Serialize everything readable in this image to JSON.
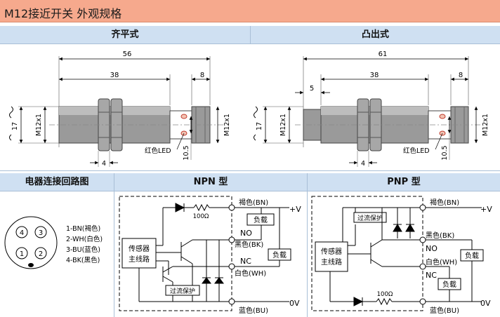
{
  "title": "M12接近开关 外观规格",
  "sections": {
    "flush": "齐平式",
    "nonflush": "凸出式",
    "pinout": "电器连接回路图",
    "npn": "NPN 型",
    "pnp": "PNP 型"
  },
  "flush_dims": {
    "total": "56",
    "body": "38",
    "cap": "8",
    "thread": "M12x1",
    "thread_right": "M12x1",
    "height": "17",
    "nut": "4",
    "led": "红色LED",
    "led_dim": "10.5"
  },
  "nonflush_dims": {
    "total": "61",
    "body": "38",
    "cap": "8",
    "protrude": "5",
    "thread": "M12x1",
    "thread_right": "M12x1",
    "height": "17",
    "nut": "4",
    "led": "红色LED",
    "led_dim": "10.5"
  },
  "pins": {
    "numbers": [
      "4",
      "3",
      "1",
      "2"
    ],
    "legend": [
      "1-BN(褐色)",
      "2-WH(白色)",
      "3-BU(蓝色)",
      "4-BK(黑色)"
    ]
  },
  "npn": {
    "main_circuit": [
      "传感器",
      "主线路"
    ],
    "resistor": "100Ω",
    "brown": "褐色(BN)",
    "plus": "+V",
    "load1": "负载",
    "no": "NO",
    "black": "黑色(BK)",
    "load2": "负载",
    "nc": "NC",
    "white": "白色(WH)",
    "overcurrent": "过流保护",
    "blue": "蓝色(BU)",
    "zero": "0V"
  },
  "pnp": {
    "main_circuit": [
      "传感器",
      "主线路"
    ],
    "overcurrent": "过流保护",
    "brown": "褐色(BN)",
    "plus": "+V",
    "black": "黑色(BK)",
    "no": "NO",
    "load1": "负载",
    "white": "白色(WH)",
    "nc": "NC",
    "load2": "负载",
    "resistor": "100Ω",
    "blue": "蓝色(BU)",
    "zero": "0V"
  }
}
